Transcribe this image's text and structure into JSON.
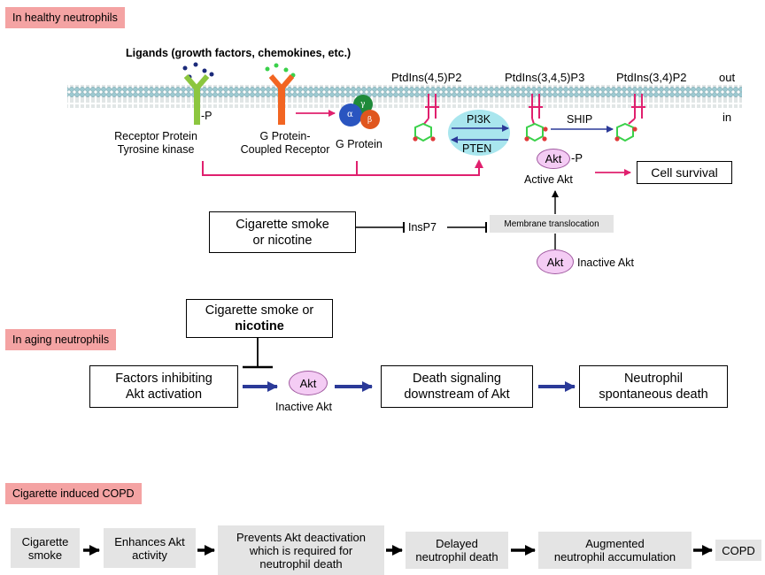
{
  "sections": {
    "healthy": "In healthy neutrophils",
    "aging": "In aging neutrophils",
    "copd": "Cigarette induced COPD"
  },
  "healthy": {
    "ligands_label": "Ligands (growth factors, chemokines, etc.)",
    "out_label": "out",
    "in_label": "in",
    "lipid_1": "PtdIns(4,5)P2",
    "lipid_2": "PtdIns(3,4,5)P3",
    "lipid_3": "PtdIns(3,4)P2",
    "rtk_label_1": "Receptor Protein",
    "rtk_label_2": "Tyrosine kinase",
    "phospho": "-P",
    "gpcr_label_1": "G Protein-",
    "gpcr_label_2": "Coupled Receptor",
    "gprotein_label": "G Protein",
    "gprotein_subunits": [
      "α",
      "γ",
      "β"
    ],
    "pi3k": "PI3K",
    "pten": "PTEN",
    "ship": "SHIP",
    "akt": "Akt",
    "akt_phospho": "-P",
    "active_akt": "Active Akt",
    "inactive_akt": "Inactive Akt",
    "cell_survival": "Cell survival",
    "smoke_line1": "Cigarette smoke",
    "smoke_line2": "or nicotine",
    "insp7": "InsP7",
    "membrane_translocation": "Membrane translocation"
  },
  "aging": {
    "smoke_line1": "Cigarette smoke or",
    "smoke_line2": "nicotine",
    "factors_line1": "Factors inhibiting",
    "factors_line2": "Akt activation",
    "akt": "Akt",
    "inactive_akt": "Inactive Akt",
    "death_line1": "Death signaling",
    "death_line2": "downstream of Akt",
    "spont_line1": "Neutrophil",
    "spont_line2": "spontaneous death"
  },
  "copd": {
    "steps": [
      {
        "line1": "Cigarette",
        "line2": "smoke",
        "line3": ""
      },
      {
        "line1": "Enhances Akt",
        "line2": "activity",
        "line3": ""
      },
      {
        "line1": "Prevents Akt deactivation",
        "line2": "which is required for",
        "line3": "neutrophil death"
      },
      {
        "line1": "Delayed",
        "line2": "neutrophil death",
        "line3": ""
      },
      {
        "line1": "Augmented",
        "line2": "neutrophil accumulation",
        "line3": ""
      }
    ],
    "final": "COPD"
  },
  "colors": {
    "section_bg": "#f4a3a3",
    "membrane": "#8fbcc4",
    "magenta_arrow": "#e0206e",
    "blue_arrow": "#2b3a98",
    "rtk": "#8cc63f",
    "gpcr": "#f26522",
    "alpha": "#2a55c0",
    "gamma": "#1f8a3a",
    "beta": "#e0561e",
    "pi3k_ellipse": "#a9e6ee",
    "akt_fill": "#f4ccf4",
    "ring": "#3ad14a",
    "gray_box": "#e4e4e4"
  }
}
